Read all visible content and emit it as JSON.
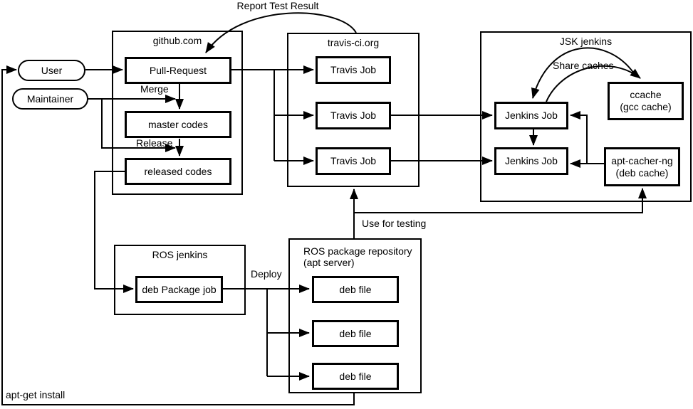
{
  "diagram": {
    "colors": {
      "line": "#000000",
      "background": "#ffffff",
      "box_fill": "#ffffff"
    },
    "containers": {
      "github": {
        "title": "github.com"
      },
      "travis": {
        "title": "travis-ci.org"
      },
      "jsk_jenkins": {
        "title": "JSK jenkins"
      },
      "ros_jenkins": {
        "title": "ROS jenkins"
      },
      "ros_repo": {
        "title": "ROS package repository",
        "subtitle": "(apt server)"
      }
    },
    "actors": {
      "user": {
        "label": "User"
      },
      "maintainer": {
        "label": "Maintainer"
      }
    },
    "nodes": {
      "pull_request": {
        "label": "Pull-Request"
      },
      "master_codes": {
        "label": "master codes"
      },
      "released_codes": {
        "label": "released codes"
      },
      "travis_job_1": {
        "label": "Travis Job"
      },
      "travis_job_2": {
        "label": "Travis Job"
      },
      "travis_job_3": {
        "label": "Travis Job"
      },
      "jenkins_job_1": {
        "label": "Jenkins Job"
      },
      "jenkins_job_2": {
        "label": "Jenkins Job"
      },
      "ccache": {
        "label": "ccache",
        "sublabel": "(gcc cache)"
      },
      "apt_cacher_ng": {
        "label": "apt-cacher-ng",
        "sublabel": "(deb cache)"
      },
      "deb_package_job": {
        "label": "deb Package job"
      },
      "deb_file_1": {
        "label": "deb file"
      },
      "deb_file_2": {
        "label": "deb file"
      },
      "deb_file_3": {
        "label": "deb file"
      }
    },
    "edge_labels": {
      "report_test_result": "Report Test Result",
      "merge": "Merge",
      "release": "Release",
      "share_caches": "Share caches",
      "use_for_testing": "Use for testing",
      "deploy": "Deploy",
      "apt_get_install": "apt-get install"
    }
  }
}
